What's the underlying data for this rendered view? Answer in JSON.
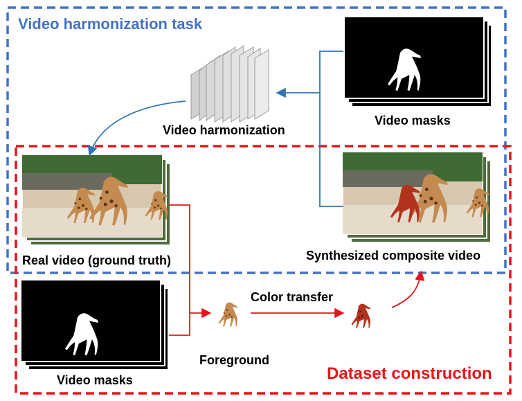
{
  "colors": {
    "task_box": "#4472c4",
    "dataset_box": "#e8141a",
    "blue_arrow": "#2e75b6",
    "red_arrow": "#e8141a"
  },
  "labels": {
    "task_title": "Video harmonization task",
    "dataset_title": "Dataset construction",
    "video_harmonization": "Video harmonization",
    "video_masks_top": "Video masks",
    "real_video": "Real video (ground truth)",
    "composite_video": "Synthesized composite video",
    "video_masks_bottom": "Video masks",
    "foreground": "Foreground",
    "color_transfer": "Color transfer"
  },
  "icons": {
    "network": "stacked-layers-icon",
    "mask": "giraffe-silhouette-mask-icon",
    "video": "giraffe-video-frames-icon",
    "foreground": "giraffe-foreground-icon"
  }
}
